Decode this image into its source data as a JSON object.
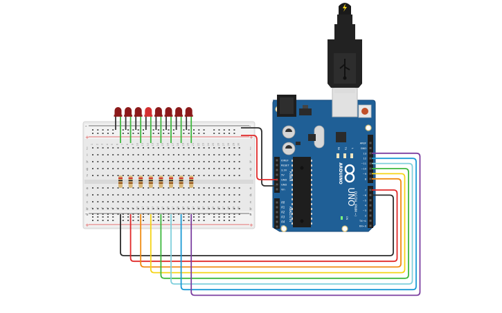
{
  "scene": {
    "title": "Arduino 8-LED circuit",
    "background": "#ffffff"
  },
  "breadboard": {
    "rail_minus": "-",
    "rail_plus": "+",
    "row_letters_top": [
      "j",
      "i",
      "h",
      "g",
      "f"
    ],
    "row_letters_bottom": [
      "e",
      "d",
      "c",
      "b",
      "a"
    ],
    "column_numbers": [
      "1",
      "2",
      "3",
      "4",
      "5",
      "6",
      "7",
      "8",
      "9",
      "10",
      "11",
      "12",
      "13",
      "14",
      "15",
      "16",
      "17",
      "18",
      "19",
      "20",
      "21",
      "22",
      "23",
      "24",
      "25",
      "26",
      "27",
      "28",
      "29",
      "30"
    ]
  },
  "leds": {
    "count": 8,
    "color": "#8b1a1a",
    "lit_index": 3,
    "lit_color": "#d43030"
  },
  "resistors": {
    "count": 8,
    "bands": [
      "#cc2222",
      "#222222",
      "#8b4513"
    ]
  },
  "wires": {
    "led_to_resistor_color": "#3db83d",
    "signal": [
      {
        "pin": "6",
        "color": "#2b2b2b"
      },
      {
        "pin": "7",
        "color": "#e02828"
      },
      {
        "pin": "8",
        "color": "#f08a10"
      },
      {
        "pin": "9",
        "color": "#f5d416"
      },
      {
        "pin": "10",
        "color": "#3db83d"
      },
      {
        "pin": "11",
        "color": "#7fcfdc"
      },
      {
        "pin": "12",
        "color": "#1a9ad6"
      },
      {
        "pin": "13",
        "color": "#7b3fa0"
      }
    ],
    "power_5v_color": "#e02828",
    "gnd_color": "#2b2b2b"
  },
  "arduino": {
    "board_color": "#1f5f96",
    "brand": "ARDUINO",
    "model": "UNO",
    "power_header_label": "POWER",
    "power_pins": [
      "IOREF",
      "RESET",
      "3.3V",
      "5V",
      "GND",
      "GND",
      "Vin"
    ],
    "analog_header_label": "ANALOG IN",
    "analog_pins": [
      "A0",
      "A1",
      "A2",
      "A3",
      "A4",
      "A5"
    ],
    "digital_header_label": "DIGITAL (PWM ~)",
    "digital_pins_top": [
      "AREF",
      "GND",
      "13",
      "12",
      "~11",
      "~10",
      "~9",
      "8"
    ],
    "digital_pins_bottom": [
      "7",
      "~6",
      "~5",
      "4",
      "~3",
      "2",
      "TX→1",
      "RX←0"
    ],
    "led_labels": [
      "RX",
      "TX",
      "L"
    ],
    "on_label": "ON",
    "reset_button_color": "#c0502a"
  },
  "usb_cable": {
    "icon": "usb-icon",
    "bolt_icon": "lightning-icon",
    "bolt_color": "#f5d416"
  }
}
